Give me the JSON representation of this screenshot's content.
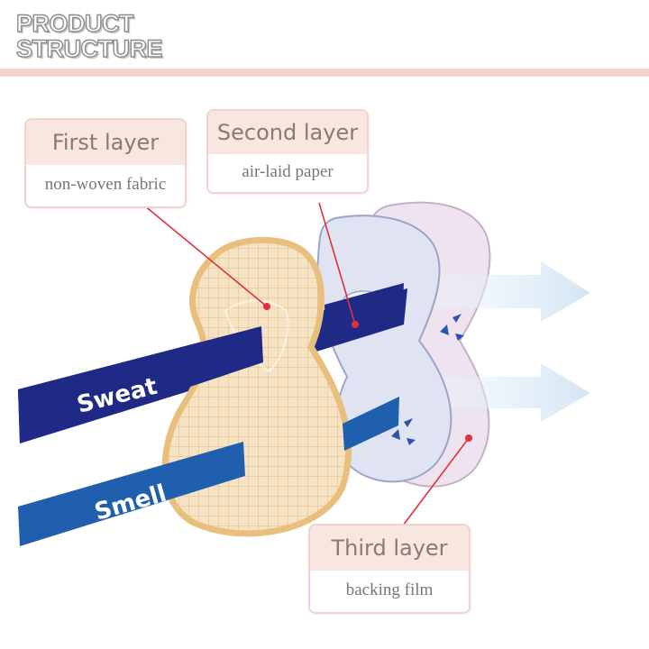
{
  "heading": {
    "line1": "PRODUCT",
    "line2": "STRUCTURE"
  },
  "layers": [
    {
      "title": "First layer",
      "material": "non-woven fabric"
    },
    {
      "title": "Second layer",
      "material": "air-laid paper"
    },
    {
      "title": "Third layer",
      "material": "backing film"
    }
  ],
  "bands": {
    "top": "Sweat",
    "bottom": "Smell"
  },
  "colors": {
    "accent": "#f3d2cb",
    "title_fill": "#f8e6e1",
    "band_dark": "#1f2a87",
    "band_blue": "#1f5fae",
    "pad_fill": "#f6e3c4",
    "pad_edge": "#e9bf7d",
    "layer_two": "#dfe3f2",
    "layer_three": "#efe3ef",
    "pointer": "#e0303c",
    "arrow": "#dce9f5"
  },
  "icons": [
    "arrow-right-icon",
    "inward-arrows-icon"
  ]
}
